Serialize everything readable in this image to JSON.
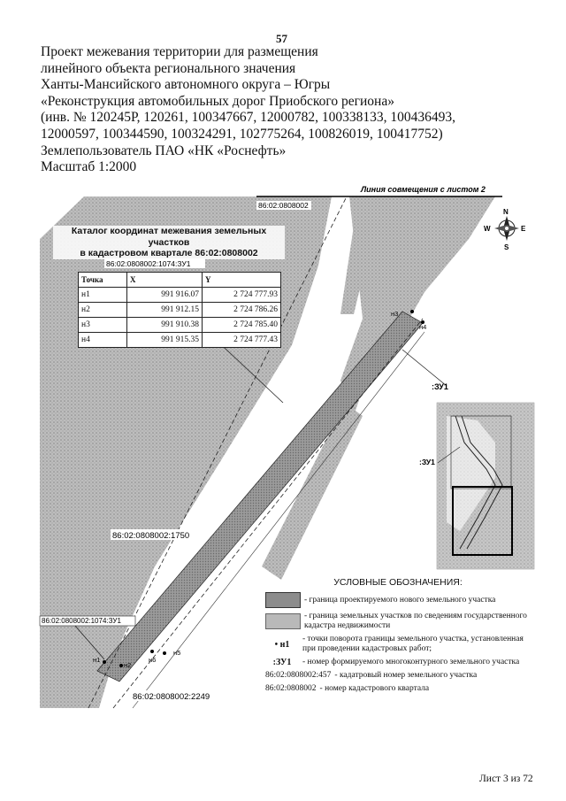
{
  "page": {
    "number": "57",
    "sheet": "Лист 3 из 72"
  },
  "header": {
    "lines": [
      "Проект межевания территории для размещения",
      "линейного объекта регионального значения",
      "Ханты-Мансийского автономного округа – Югры",
      "«Реконструкция автомобильных дорог Приобского региона»",
      "(инв. № 120245Р, 120261, 100347667, 12000782, 100338133, 100436493,",
      "12000597, 100344590, 100324291, 102775264, 100826019, 100417752)",
      "Землепользователь ПАО «НК «Роснефть»",
      "Масштаб 1:2000"
    ]
  },
  "map": {
    "sheet_join_label": "Линия совмещения с листом 2",
    "compass": {
      "n": "N",
      "s": "S",
      "e": "E",
      "w": "W"
    },
    "labels": {
      "quarter_top": "86:02:0808002",
      "parcel_1074_zu1_top": "86:02:0808002:1074:ЗУ1",
      "parcel_1750": "86:02:0808002:1750",
      "parcel_1074_zu1_bottom": "86:02:0808002:1074:ЗУ1",
      "parcel_2249": "86:02:0808002:2249",
      "zu1_right": ":ЗУ1",
      "zu1_inset": ":ЗУ1"
    },
    "points": {
      "n1": "н1",
      "n2": "н2",
      "n3": "н3",
      "n4": "н4",
      "n5": "н5",
      "n6": "н6"
    }
  },
  "catalog": {
    "title_line1": "Каталог координат межевания земельных участков",
    "title_line2": "в кадастровом квартале 86:02:0808002",
    "headers": [
      "Точка",
      "X",
      "Y"
    ],
    "rows": [
      [
        "н1",
        "991 916.07",
        "2 724 777.93"
      ],
      [
        "н2",
        "991 912.15",
        "2 724 786.26"
      ],
      [
        "н3",
        "991 910.38",
        "2 724 785.40"
      ],
      [
        "н4",
        "991 915.35",
        "2 724 777.43"
      ]
    ]
  },
  "legend": {
    "title": "УСЛОВНЫЕ ОБОЗНАЧЕНИЯ:",
    "item1": "- граница проектируемого нового земельного участка",
    "item2": "- граница земельных участков по сведениям государственного кадастра недвижимости",
    "item3_symbol": "• н1",
    "item3": "- точки поворота границы земельного участка, установленная при проведении кадастровых работ;",
    "item4_symbol": ":ЗУ1",
    "item4": "- номер формируемого многоконтурного земельного участка",
    "item5_symbol": "86:02:0808002:457",
    "item5": "- кадатровый номер земельного участка",
    "item6_symbol": "86:02:0808002",
    "item6": "- номер кадастрового квартала"
  },
  "colors": {
    "fill_dark": "#8c8c8c",
    "fill_light": "#b9b9b9",
    "line": "#222222"
  }
}
